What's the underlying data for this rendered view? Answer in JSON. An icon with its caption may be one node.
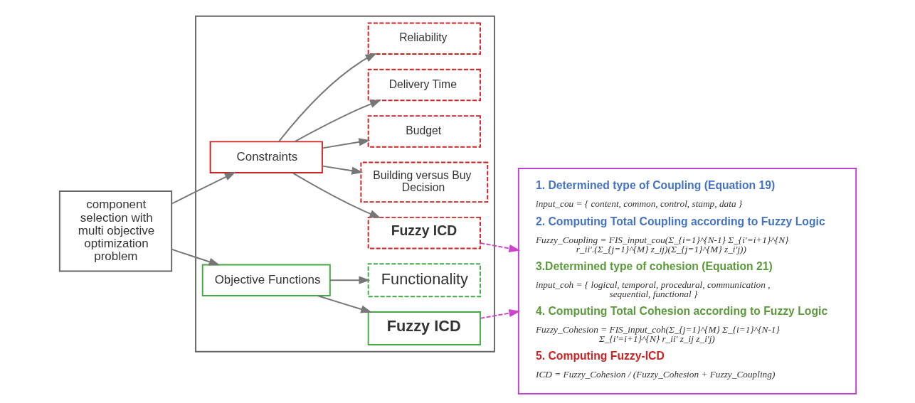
{
  "diagram": {
    "nodes": [
      {
        "text": [
          "component selection with multi objective optimization problem"
        ]
      },
      {
        "text": [],
        "shape": "box"
      },
      {
        "text": [
          "Objective Functions"
        ],
        "in": 1
      },
      {
        "text": [
          "Constraints"
        ],
        "in": 1
      },
      {
        "text": [
          "Fuzzy ICD"
        ],
        "in": 1
      },
      {
        "text": [
          "Functionality"
        ],
        "in": 1
      },
      {
        "text": [
          "Fuzzy ICD"
        ],
        "in": 1
      },
      {
        "text": [
          "Building versus Buy Decision"
        ],
        "in": 1
      },
      {
        "text": [
          "Budget"
        ],
        "in": 1
      },
      {
        "text": [
          "Delivery Time"
        ],
        "in": 1
      },
      {
        "text": [
          "Reliability"
        ],
        "in": 1
      },
      {
        "text": [
          "1. Determined type of Coupling (Equation 19)",
          "input_cou = { content, common, control, stamp, data }",
          "2. Computing Total Coupling according to Fuzzy Logic",
          "Fuzzy_Coupling = FIS_input_cou(Σ_{i=1}^{N-1} Σ_{i'=i+1}^{N} r_ii'.(Σ_{j=1}^{M} z_ij)(Σ_{j=1}^{M} z_i'j))",
          "3.Determined type of cohesion (Equation 21)",
          "input_coh = { logical, temporal, procedural, communication , sequential, functional }",
          "4. Computing Total Cohesion according to Fuzzy Logic",
          "Fuzzy_Cohesion = FIS_input_coh(Σ_{j=1}^{M} Σ_{i=1}^{N-1} Σ_{i'=i+1}^{N} r_ii' z_ij z_i'j)",
          "5. Computing Fuzzy-ICD",
          "ICD = Fuzzy_Cohesion / (Fuzzy_Cohesion + Fuzzy_Coupling)"
        ]
      }
    ],
    "edges": [
      {
        "from": 0,
        "to": 2,
        "arrow": "to"
      },
      {
        "from": 0,
        "to": 3,
        "arrow": "to"
      },
      {
        "from": 2,
        "to": 4,
        "arrow": "to"
      },
      {
        "from": 2,
        "to": 5,
        "arrow": "to"
      },
      {
        "from": 3,
        "to": 6,
        "arrow": "to"
      },
      {
        "from": 3,
        "to": 7,
        "arrow": "to"
      },
      {
        "from": 3,
        "to": 8,
        "arrow": "to"
      },
      {
        "from": 3,
        "to": 9,
        "arrow": "to"
      },
      {
        "from": 3,
        "to": 10,
        "arrow": "to"
      },
      {
        "from": 4,
        "to": 11,
        "arrow": "to",
        "style": "dashed",
        "color": "#cc44cc"
      },
      {
        "from": 6,
        "to": 11,
        "arrow": "to",
        "style": "dashed",
        "color": "#cc44cc"
      }
    ]
  }
}
